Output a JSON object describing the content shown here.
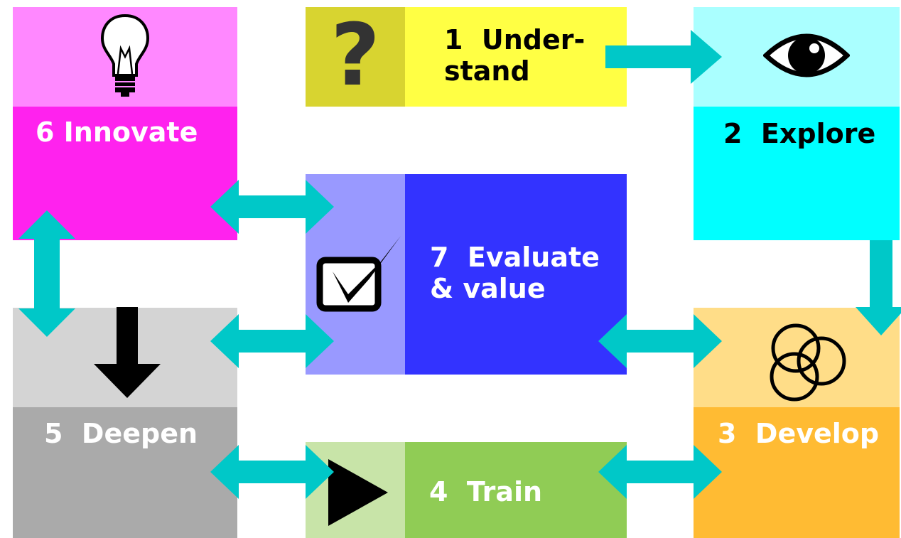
{
  "steps": {
    "understand": {
      "label": "1  Under-\nstand",
      "icon": "question-mark-icon",
      "icon_glyph": "?"
    },
    "explore": {
      "label": "2  Explore",
      "icon": "eye-icon"
    },
    "develop": {
      "label": "3  Develop",
      "icon": "overlapping-circles-icon"
    },
    "train": {
      "label": "4  Train",
      "icon": "play-triangle-icon"
    },
    "deepen": {
      "label": "5  Deepen",
      "icon": "down-arrow-icon"
    },
    "innovate": {
      "label": "6  Innovate",
      "icon": "lightbulb-icon"
    },
    "evaluate": {
      "label": "7  Evaluate\n& value",
      "icon": "checkbox-check-icon"
    }
  },
  "colors": {
    "understand_light": "#d8d430",
    "understand_dark": "#ffff44",
    "explore_light": "#aaffff",
    "explore_dark": "#00ffff",
    "develop_light": "#ffdd88",
    "develop_dark": "#ffbb33",
    "train_light": "#c8e4a8",
    "train_dark": "#90cc55",
    "deepen_light": "#d4d4d4",
    "deepen_dark": "#aaaaaa",
    "innovate_light": "#ff88ff",
    "innovate_dark": "#ff22ee",
    "evaluate_light": "#9999ff",
    "evaluate_dark": "#3333ff",
    "connector": "#00c8c8"
  }
}
